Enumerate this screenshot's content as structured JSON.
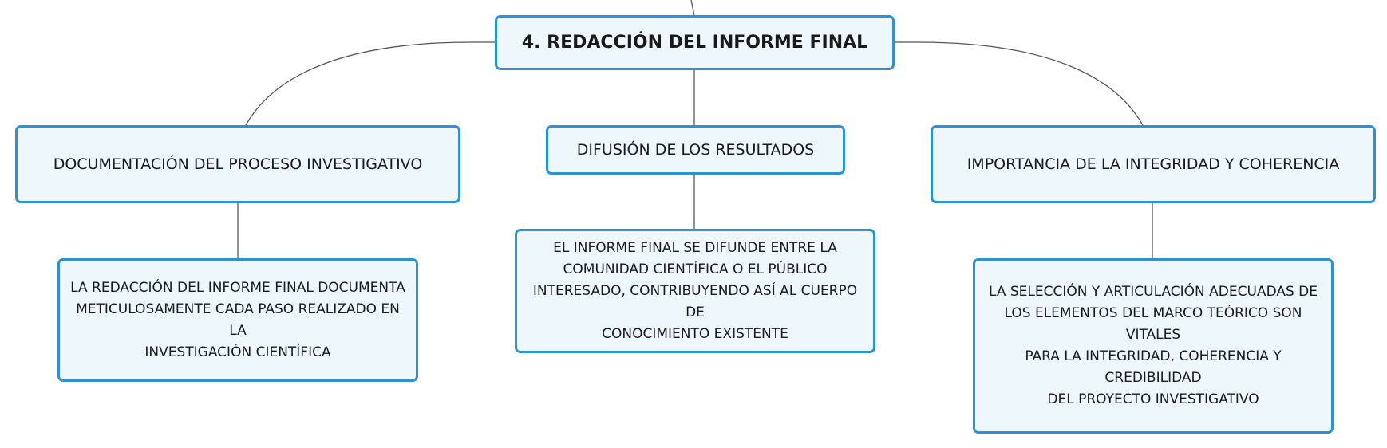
{
  "diagram": {
    "root": {
      "label": "4. REDACCIÓN DEL INFORME FINAL"
    },
    "branches": [
      {
        "label": "DOCUMENTACIÓN DEL PROCESO INVESTIGATIVO",
        "detail_lines": [
          "LA REDACCIÓN DEL INFORME FINAL DOCUMENTA",
          "METICULOSAMENTE CADA PASO REALIZADO EN LA",
          "INVESTIGACIÓN CIENTÍFICA"
        ]
      },
      {
        "label": "DIFUSIÓN DE LOS RESULTADOS",
        "detail_lines": [
          "EL INFORME FINAL SE DIFUNDE ENTRE LA",
          "COMUNIDAD CIENTÍFICA O EL PÚBLICO",
          "INTERESADO, CONTRIBUYENDO ASÍ AL CUERPO DE",
          "CONOCIMIENTO EXISTENTE"
        ]
      },
      {
        "label": "IMPORTANCIA DE LA INTEGRIDAD Y COHERENCIA",
        "detail_lines": [
          "LA SELECCIÓN Y ARTICULACIÓN ADECUADAS DE",
          "LOS ELEMENTOS DEL MARCO TEÓRICO SON VITALES",
          "PARA LA INTEGRIDAD, COHERENCIA Y CREDIBILIDAD",
          "DEL PROYECTO INVESTIGATIVO"
        ]
      }
    ],
    "colors": {
      "node_border": "#2a93d5",
      "node_fill": "#eef7fc",
      "connector": "#555555",
      "text": "#1a1a1a"
    }
  }
}
